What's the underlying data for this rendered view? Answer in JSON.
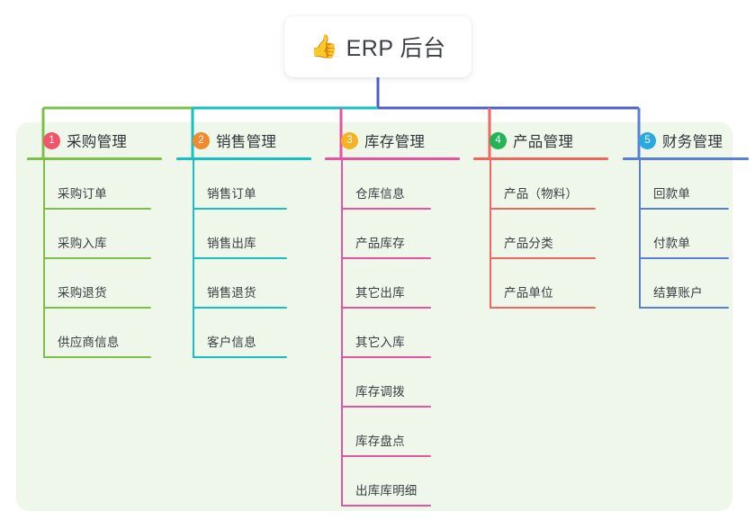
{
  "root": {
    "icon": "thumbs-up-icon",
    "emoji": "👍",
    "title": "ERP 后台"
  },
  "theme": {
    "panel_bg": "#eef7e9",
    "page_bg": "#ffffff",
    "root_line": "#4e5ec4",
    "text": "#3a3e44"
  },
  "columns": [
    {
      "number": "1",
      "title": "采购管理",
      "color": "#7cc04a",
      "badge_color": "#f2556b",
      "items": [
        {
          "label": "采购订单"
        },
        {
          "label": "采购入库"
        },
        {
          "label": "采购退货"
        },
        {
          "label": "供应商信息"
        }
      ]
    },
    {
      "number": "2",
      "title": "销售管理",
      "color": "#18c1c1",
      "badge_color": "#f08a2c",
      "items": [
        {
          "label": "销售订单"
        },
        {
          "label": "销售出库"
        },
        {
          "label": "销售退货"
        },
        {
          "label": "客户信息"
        }
      ]
    },
    {
      "number": "3",
      "title": "库存管理",
      "color": "#e8539f",
      "badge_color": "#f5b324",
      "items": [
        {
          "label": "仓库信息"
        },
        {
          "label": "产品库存"
        },
        {
          "label": "其它出库"
        },
        {
          "label": "其它入库"
        },
        {
          "label": "库存调拨"
        },
        {
          "label": "库存盘点"
        },
        {
          "label": "出库库明细"
        }
      ]
    },
    {
      "number": "4",
      "title": "产品管理",
      "color": "#f0675f",
      "badge_color": "#22b455",
      "items": [
        {
          "label": "产品（物料）"
        },
        {
          "label": "产品分类"
        },
        {
          "label": "产品单位"
        }
      ]
    },
    {
      "number": "5",
      "title": "财务管理",
      "color": "#5b7fd4",
      "badge_color": "#2aa8e0",
      "items": [
        {
          "label": "回款单"
        },
        {
          "label": "付款单"
        },
        {
          "label": "结算账户"
        }
      ]
    }
  ]
}
